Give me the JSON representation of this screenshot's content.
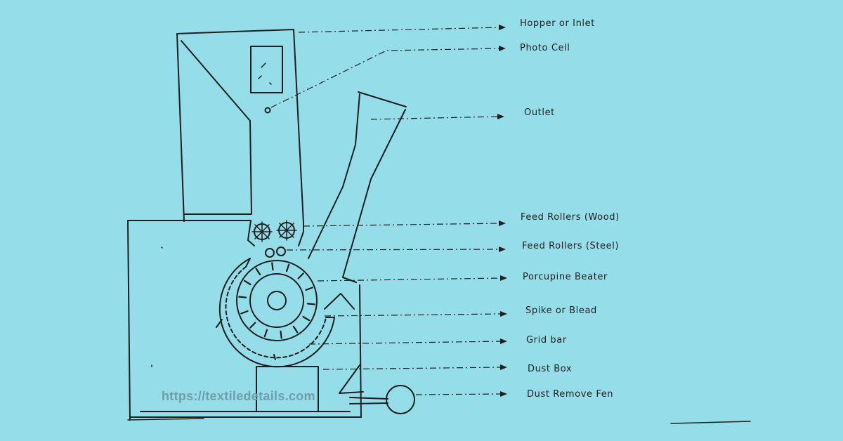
{
  "labels": {
    "hopper": "Hopper or Inlet",
    "photo_cell": "Photo Cell",
    "outlet": "Outlet",
    "feed_rollers_wood": "Feed Rollers (Wood)",
    "feed_rollers_steel": "Feed Rollers (Steel)",
    "porcupine_beater": "Porcupine Beater",
    "spike": "Spike or Blead",
    "grid_bar": "Grid bar",
    "dust_box": "Dust Box",
    "dust_fan": "Dust Remove Fen"
  },
  "watermark": "https://textiledetails.com",
  "colors": {
    "background": "#95dde9",
    "ink": "#1f1f1f",
    "watermark": "#6f9fab"
  }
}
